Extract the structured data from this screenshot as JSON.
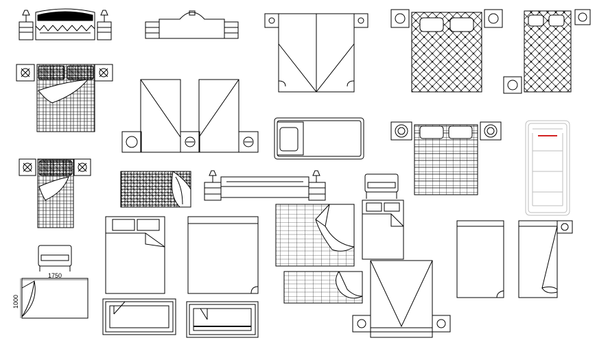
{
  "dimensions": {
    "width_label": "1750",
    "height_label": "1000"
  },
  "colors": {
    "line": "#000000",
    "background": "#ffffff",
    "accent_red": "#d22020",
    "faded_bed": "#bdbdbd"
  },
  "blocks": [
    {
      "name": "elevation-bed-with-lamps"
    },
    {
      "name": "elevation-headboard-plain"
    },
    {
      "name": "plan-double-bed-folded-sheets"
    },
    {
      "name": "plan-double-bed-diamond-quilt"
    },
    {
      "name": "plan-double-bed-diamond-quilt-small"
    },
    {
      "name": "plan-single-bed-tartan"
    },
    {
      "name": "plan-twin-beds-split"
    },
    {
      "name": "plan-day-bed"
    },
    {
      "name": "plan-double-bed-grid"
    },
    {
      "name": "plan-faded-bed-red-line"
    },
    {
      "name": "plan-single-bed-tartan-small"
    },
    {
      "name": "plan-crosshatch-blanket"
    },
    {
      "name": "elevation-long-headboard"
    },
    {
      "name": "elevation-bench"
    },
    {
      "name": "plan-grid-bed-folded-corner"
    },
    {
      "name": "plan-single-bed-with-bench"
    },
    {
      "name": "plan-double-bed-two-pillows"
    },
    {
      "name": "plan-plain-bed"
    },
    {
      "name": "plan-bed-small-fold"
    },
    {
      "name": "plan-single-bed-with-side-table"
    },
    {
      "name": "elevation-small-bench"
    },
    {
      "name": "plan-dimensioned-bed"
    },
    {
      "name": "plan-grid-blanket-wide"
    },
    {
      "name": "plan-bed-with-nightstands-bottom"
    },
    {
      "name": "plan-sofa-bed-left"
    },
    {
      "name": "plan-sofa-bed-right"
    }
  ]
}
